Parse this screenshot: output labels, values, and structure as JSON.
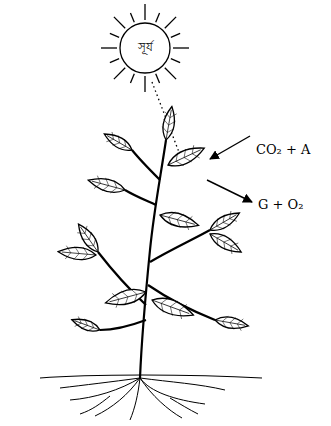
{
  "diagram": {
    "nodes": [
      {
        "text": [
          "সূর্য"
        ]
      }
    ],
    "labels": [
      "CO₂ + A",
      "G + O₂"
    ]
  }
}
